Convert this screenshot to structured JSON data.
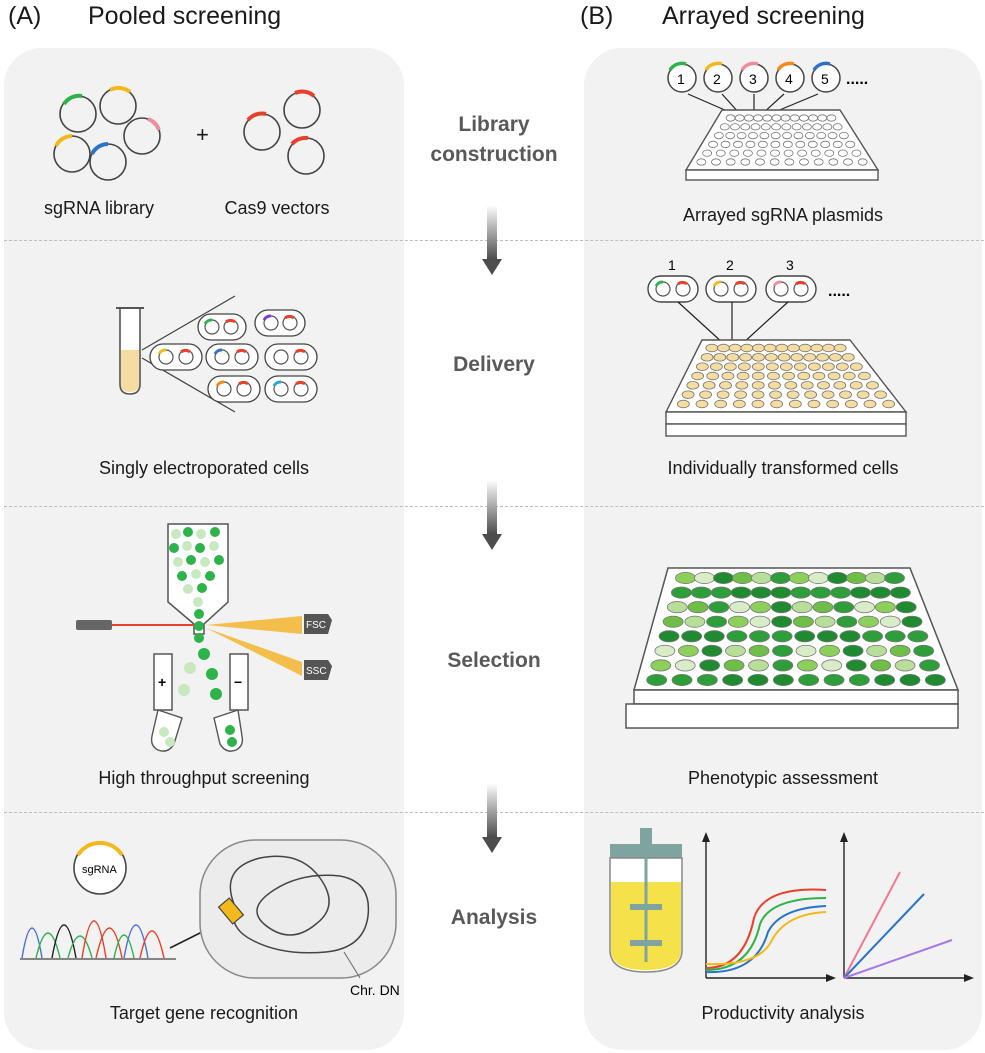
{
  "headers": {
    "pooled_letter": "(A)",
    "pooled_title": "Pooled screening",
    "arrayed_letter": "(B)",
    "arrayed_title": "Arrayed screening"
  },
  "stages": {
    "library_line1": "Library",
    "library_line2": "construction",
    "delivery": "Delivery",
    "selection": "Selection",
    "analysis": "Analysis"
  },
  "pooled": {
    "sgrna_library": "sgRNA library",
    "plus": "+",
    "cas9_vectors": "Cas9 vectors",
    "singly_electroporated": "Singly electroporated cells",
    "high_throughput": "High throughput screening",
    "fsc": "FSC",
    "ssc": "SSC",
    "plus_plate": "+",
    "minus_plate": "−",
    "sgrna_label": "sgRNA",
    "chr_dna": "Chr. DNA",
    "target_gene": "Target gene recognition"
  },
  "arrayed": {
    "plasmid_numbers": [
      "1",
      "2",
      "3",
      "4",
      "5"
    ],
    "plasmid_more": ".....",
    "arrayed_plasmids": "Arrayed sgRNA plasmids",
    "cell_numbers": [
      "1",
      "2",
      "3"
    ],
    "cell_more": ".....",
    "individually_transformed": "Individually transformed cells",
    "phenotypic": "Phenotypic assessment",
    "productivity": "Productivity analysis"
  },
  "colors": {
    "panel_bg": "#f2f2f2",
    "stage_text": "#595959",
    "cas9_red": "#e8402a",
    "green": "#2db34a",
    "yellow": "#f2b81c",
    "pink": "#f08c9c",
    "blue": "#2a73c8",
    "orange": "#f28a1c",
    "purple": "#7a3ad2",
    "cyan": "#23a7d8",
    "well_yellow": "#f5dca0",
    "arrow_gray": "#4d4d4d"
  }
}
